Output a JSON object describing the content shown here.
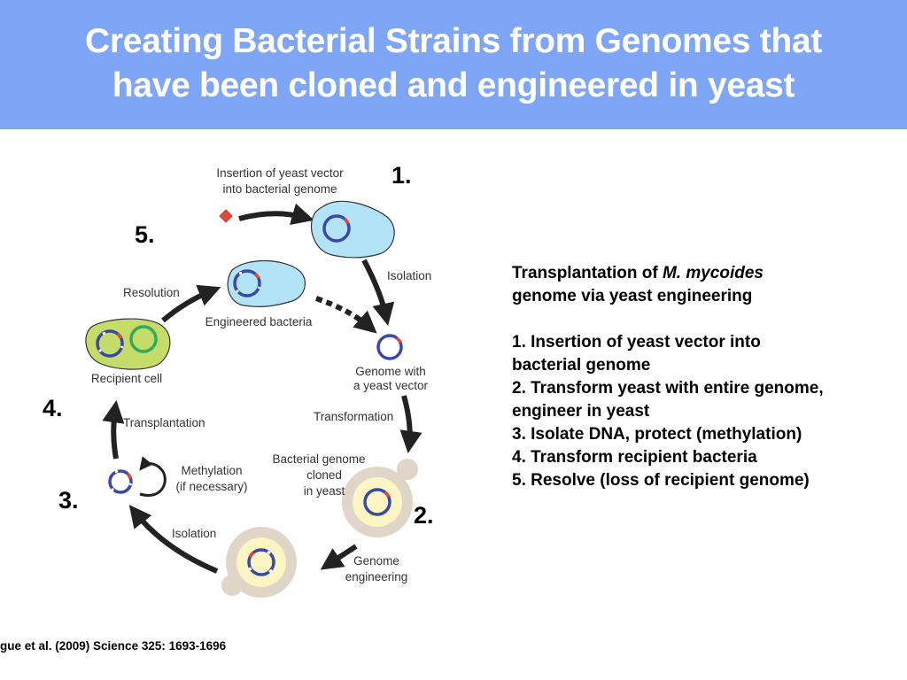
{
  "header": {
    "title_line1": "Creating Bacterial Strains from Genomes that",
    "title_line2": "have been cloned and engineered in yeast",
    "background_color": "#7fa5f7"
  },
  "diagram": {
    "step_numbers": [
      "1.",
      "2.",
      "3.",
      "4.",
      "5."
    ],
    "labels": {
      "insertion_line1": "Insertion of yeast vector",
      "insertion_line2": "into bacterial genome",
      "isolation_top": "Isolation",
      "genome_vector_line1": "Genome with",
      "genome_vector_line2": "a yeast vector",
      "transformation": "Transformation",
      "cloned_line1": "Bacterial genome",
      "cloned_line2": "cloned",
      "cloned_line3": "in yeast",
      "engineering_line1": "Genome",
      "engineering_line2": "engineering",
      "isolation_bottom": "Isolation",
      "methylation_line1": "Methylation",
      "methylation_line2": "(if necessary)",
      "transplantation": "Transplantation",
      "recipient_cell": "Recipient cell",
      "resolution": "Resolution",
      "engineered_bacteria": "Engineered bacteria"
    },
    "colors": {
      "bacteria_fill": "#b3e3f7",
      "recipient_fill": "#c5dc6a",
      "yeast_outer": "#e0d6c8",
      "yeast_inner": "#fdf5c4",
      "genome_ring": "#3a48a8",
      "recipient_genome": "#2fab5a",
      "vector_marker": "#e0483a",
      "arrow": "#222222"
    }
  },
  "summary": {
    "heading_prefix": "Transplantation of ",
    "heading_italic": "M. mycoides",
    "heading_line2": "genome via yeast engineering",
    "steps": [
      "1. Insertion of yeast vector into bacterial genome",
      "2. Transform yeast with entire genome, engineer in yeast",
      "3. Isolate DNA, protect (methylation)",
      "4. Transform recipient bacteria",
      "5. Resolve (loss of recipient genome)"
    ]
  },
  "citation": "gue et al. (2009) Science 325: 1693-1696"
}
